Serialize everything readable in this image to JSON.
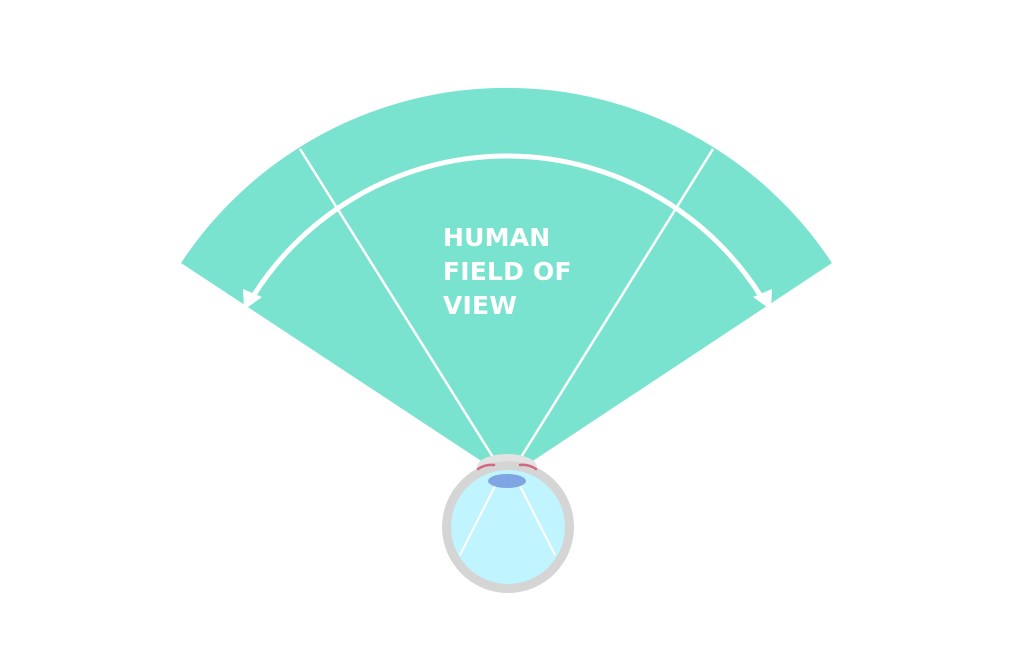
{
  "title_lines": [
    "HUMAN",
    "FIELD OF",
    "VIEW"
  ],
  "colors": {
    "background": "#ffffff",
    "field": "#7ae3cf",
    "field_lines": "#ffffff",
    "arc_arrow": "#ffffff",
    "title_text": "#ffffff",
    "eye_outer": "#d5d5d5",
    "eye_inner": "#c0f4fe",
    "eye_lines": "#ffffff",
    "cornea": "#e2e2e2",
    "lens": "#7fa6e3",
    "eyelid_marks": "#d06a82"
  },
  "icons": {
    "eye": "eye-icon",
    "arrows": "double-arrow-arc-icon"
  }
}
